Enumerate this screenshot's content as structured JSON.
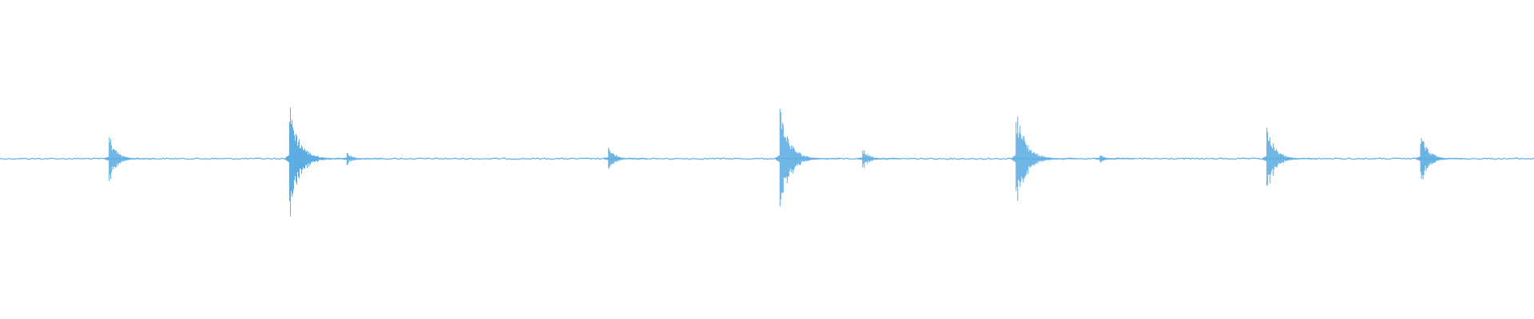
{
  "waveform": {
    "color": "#5dade2",
    "peaks": [
      {
        "position": 0.0712,
        "amplitude": 0.18
      },
      {
        "position": 0.1888,
        "amplitude": 0.4
      },
      {
        "position": 0.2262,
        "amplitude": 0.05
      },
      {
        "position": 0.3967,
        "amplitude": 0.1
      },
      {
        "position": 0.5085,
        "amplitude": 0.38
      },
      {
        "position": 0.5624,
        "amplitude": 0.08
      },
      {
        "position": 0.6624,
        "amplitude": 0.38
      },
      {
        "position": 0.7171,
        "amplitude": 0.03
      },
      {
        "position": 0.8259,
        "amplitude": 0.25
      },
      {
        "position": 0.9261,
        "amplitude": 0.2
      }
    ]
  }
}
